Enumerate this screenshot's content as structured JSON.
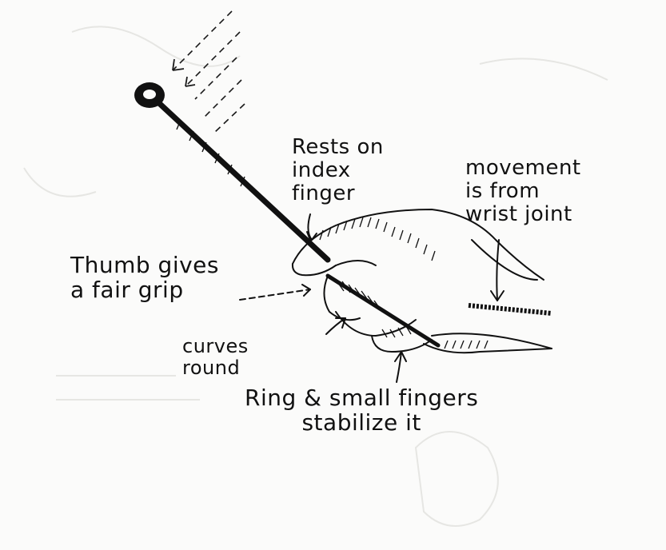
{
  "labels": {
    "rests_on_index_finger": "Rests on\nindex\nfinger",
    "movement_from_wrist": "movement\nis from\nwrist joint",
    "thumb_grip": "Thumb gives\na fair grip",
    "curves_round": "curves\nround",
    "ring_small_fingers": "Ring & small fingers\nstabilize it"
  },
  "colors": {
    "ink": "#111111",
    "paper": "#fbfbfa",
    "ghost": "#e9e9e6"
  }
}
